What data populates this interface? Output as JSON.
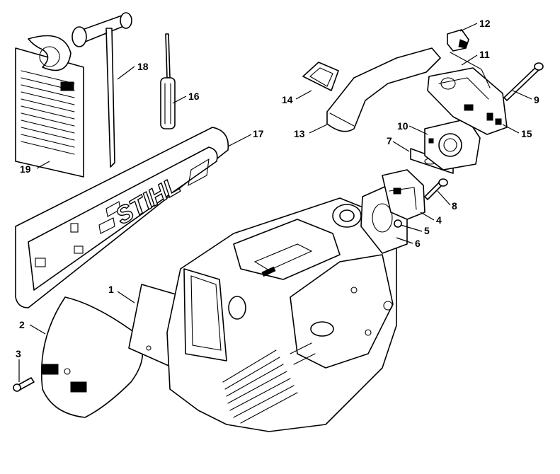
{
  "diagram": {
    "brand_text": "STIHL",
    "callouts": [
      {
        "id": "1",
        "label": "1"
      },
      {
        "id": "2",
        "label": "2"
      },
      {
        "id": "3",
        "label": "3"
      },
      {
        "id": "4",
        "label": "4"
      },
      {
        "id": "5",
        "label": "5"
      },
      {
        "id": "6",
        "label": "6"
      },
      {
        "id": "7",
        "label": "7"
      },
      {
        "id": "8",
        "label": "8"
      },
      {
        "id": "9",
        "label": "9"
      },
      {
        "id": "10",
        "label": "10"
      },
      {
        "id": "11",
        "label": "11"
      },
      {
        "id": "12",
        "label": "12"
      },
      {
        "id": "13",
        "label": "13"
      },
      {
        "id": "14",
        "label": "14"
      },
      {
        "id": "15",
        "label": "15"
      },
      {
        "id": "16",
        "label": "16"
      },
      {
        "id": "17",
        "label": "17"
      },
      {
        "id": "18",
        "label": "18"
      },
      {
        "id": "19",
        "label": "19"
      }
    ]
  }
}
